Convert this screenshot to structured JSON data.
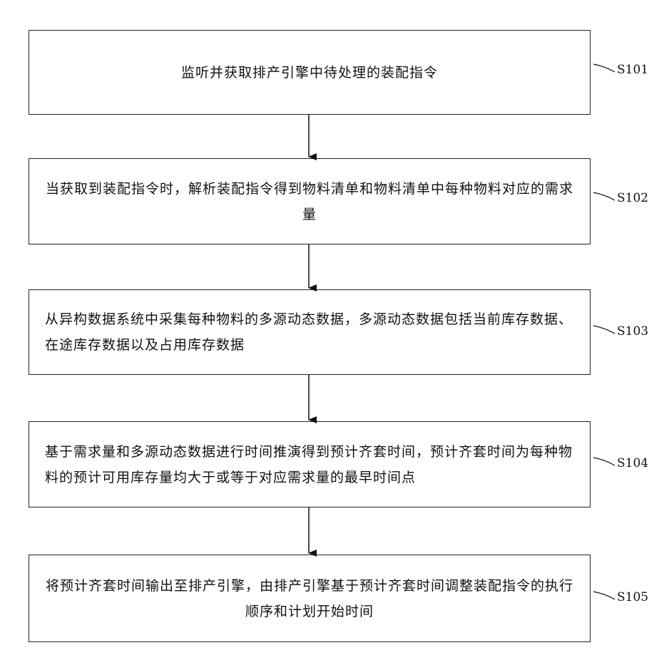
{
  "steps": [
    {
      "id": "S101",
      "text": "监听并获取排产引擎中待处理的装配指令"
    },
    {
      "id": "S102",
      "text": "当获取到装配指令时，解析装配指令得到物料清单和物料清单中每种物料对应的需求量"
    },
    {
      "id": "S103",
      "text": "从异构数据系统中采集每种物料的多源动态数据，多源动态数据包括当前库存数据、在途库存数据以及占用库存数据"
    },
    {
      "id": "S104",
      "text": "基于需求量和多源动态数据进行时间推演得到预计齐套时间，预计齐套时间为每种物料的预计可用库存量均大于或等于对应需求量的最早时间点"
    },
    {
      "id": "S105",
      "text": "将预计齐套时间输出至排产引擎，由排产引擎基于预计齐套时间调整装配指令的执行顺序和计划开始时间"
    }
  ]
}
